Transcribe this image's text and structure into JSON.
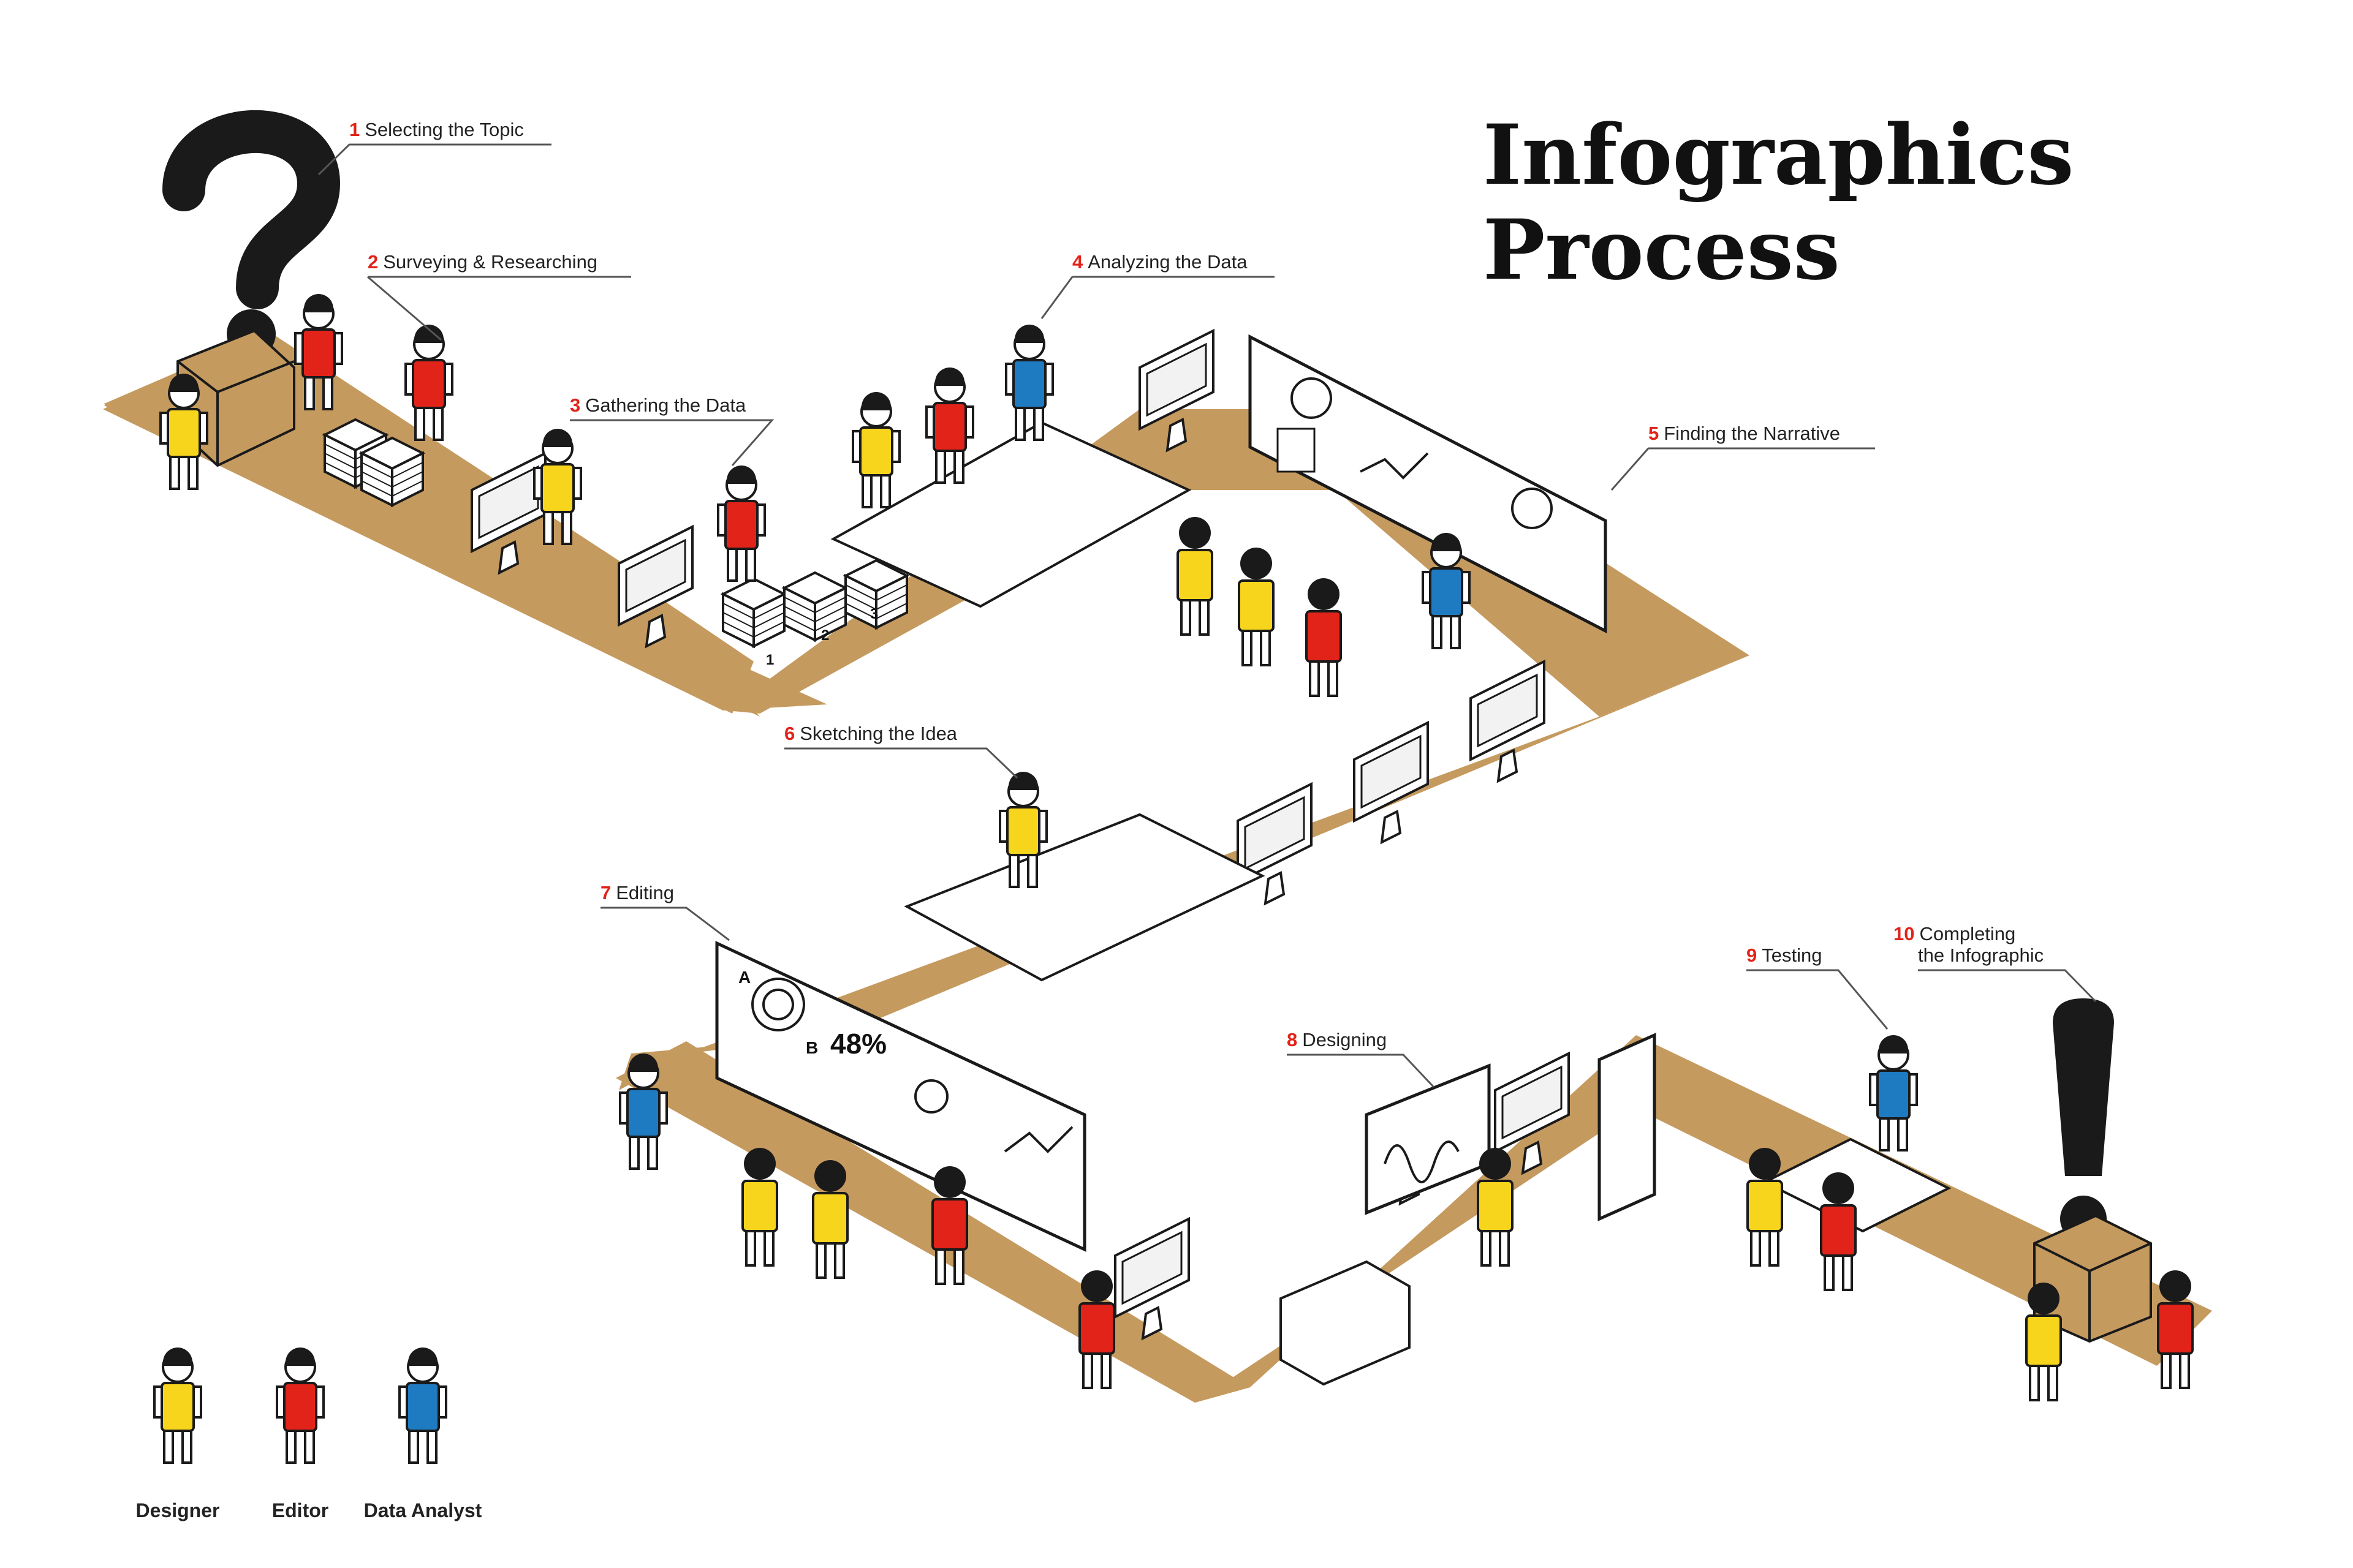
{
  "title": {
    "line1": "Infographics",
    "line2": "Process"
  },
  "steps": [
    {
      "num": "1",
      "label": "Selecting the Topic"
    },
    {
      "num": "2",
      "label": "Surveying & Researching"
    },
    {
      "num": "3",
      "label": "Gathering the Data"
    },
    {
      "num": "4",
      "label": "Analyzing the Data"
    },
    {
      "num": "5",
      "label": "Finding the Narrative"
    },
    {
      "num": "6",
      "label": "Sketching the Idea"
    },
    {
      "num": "7",
      "label": "Editing"
    },
    {
      "num": "8",
      "label": "Designing"
    },
    {
      "num": "9",
      "label": "Testing"
    },
    {
      "num": "10",
      "label": "Completing",
      "label2": "the Infographic"
    }
  ],
  "legend": [
    {
      "role": "Designer",
      "color": "#f7d51d"
    },
    {
      "role": "Editor",
      "color": "#e2231a"
    },
    {
      "role": "Data Analyst",
      "color": "#1f7bc1"
    }
  ],
  "board_text": {
    "percent": "48%",
    "letter_a": "A",
    "letter_b": "B"
  },
  "stack_numbers": [
    "1",
    "2",
    "3"
  ],
  "colors": {
    "path": "#c59a5f",
    "designer": "#f7d51d",
    "editor": "#e2231a",
    "analyst": "#1f7bc1",
    "ink": "#1a1a1a",
    "accent": "#e2231a"
  }
}
